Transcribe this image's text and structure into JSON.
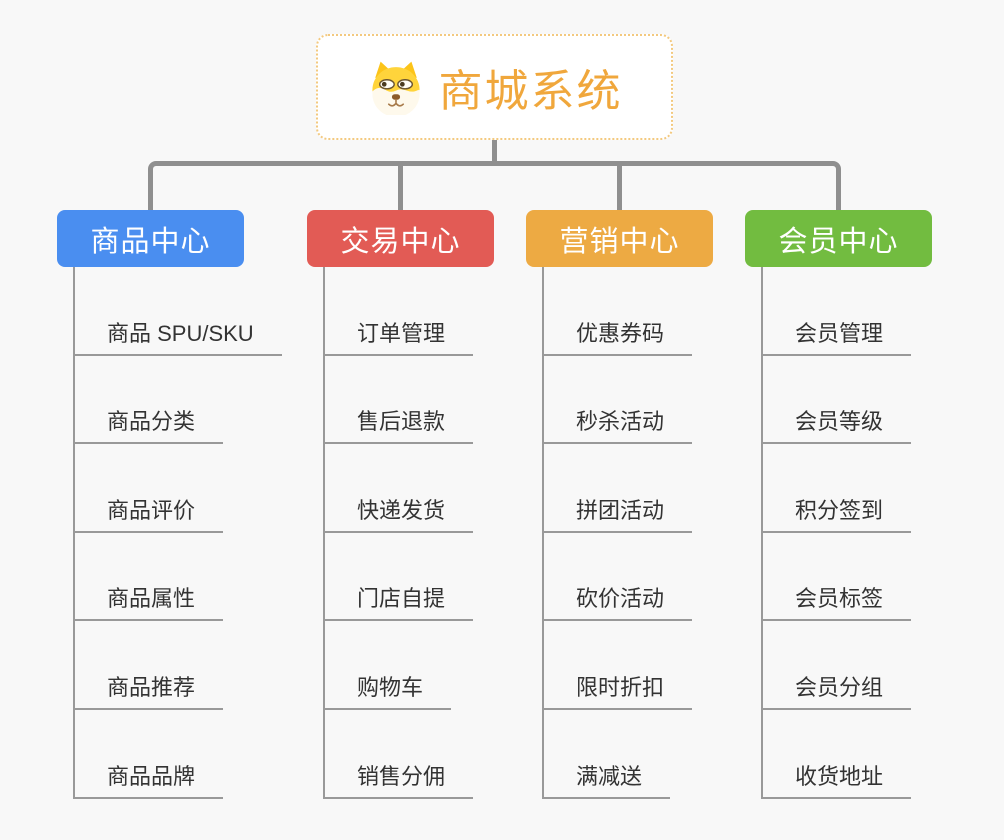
{
  "root": {
    "title": "商城系统",
    "icon": "dog-face-icon"
  },
  "branches": [
    {
      "label": "商品中心",
      "color": "#4a8ef0",
      "items": [
        "商品 SPU/SKU",
        "商品分类",
        "商品评价",
        "商品属性",
        "商品推荐",
        "商品品牌"
      ]
    },
    {
      "label": "交易中心",
      "color": "#e25b55",
      "items": [
        "订单管理",
        "售后退款",
        "快递发货",
        "门店自提",
        "购物车",
        "销售分佣"
      ]
    },
    {
      "label": "营销中心",
      "color": "#edaa43",
      "items": [
        "优惠券码",
        "秒杀活动",
        "拼团活动",
        "砍价活动",
        "限时折扣",
        "满减送"
      ]
    },
    {
      "label": "会员中心",
      "color": "#72bc40",
      "items": [
        "会员管理",
        "会员等级",
        "积分签到",
        "会员标签",
        "会员分组",
        "收货地址"
      ]
    }
  ],
  "colors": {
    "background": "#f8f8f8",
    "connector": "#8f8f8f",
    "leaf_line": "#999999",
    "leaf_text": "#333333",
    "root_text": "#f0a73c",
    "root_border": "#f3c97f"
  }
}
